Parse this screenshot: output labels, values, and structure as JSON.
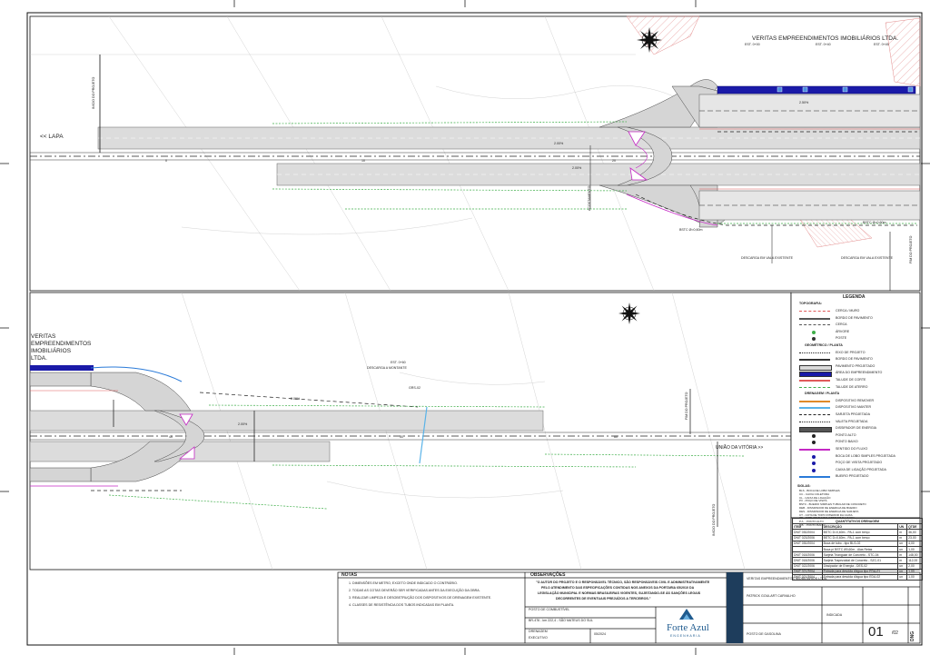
{
  "plan_top": {
    "owner_label": "VERITAS EMPREENDIMENTOS IMOBILIÁRIOS LTDA.",
    "direction_left": "<< LAPA",
    "station_0": "0",
    "station_10": "10",
    "station_20": "20",
    "station_left_tag": "2.00%",
    "station_right_tag": "2.00%",
    "mid_label": "2.50%",
    "boundary_label": "INICIO DO PROJETO",
    "culvert_note_1": "BSTC Ø=0,60m",
    "culvert_note_2": "BSTC Ø=0,60m",
    "descarga_1": "DESCARGA EM VALA EXISTENTE",
    "descarga_2": "DESCARGA EM VALA EXISTENTE",
    "pipe_label_1": "EST. 0+00",
    "pipe_label_2": "EST. 0+40",
    "pipe_label_3": "EST. 0+45",
    "vertical_tag": "FIM DO PROJETO",
    "shoulder_tag": "ACOSTAMENTO"
  },
  "plan_bottom": {
    "owner_label_1": "VERITAS",
    "owner_label_2": "EMPREENDIMENTOS",
    "owner_label_3": "IMOBILIÁRIOS",
    "owner_label_4": "LTDA.",
    "direction_right": "UNIÃO DA VITÓRIA >>",
    "station_40": "40",
    "station_50": "50",
    "station_60": "60",
    "tag_a": "2.00%",
    "tag_b": "2.00%",
    "pipe_label": "EST. 0+60",
    "descarga": "DESCARGA A MONTANTE",
    "vertical_tag_1": "FIM DO PROJETO",
    "vertical_tag_2": "INICIO DO PROJETO",
    "grid_label": "GRS-02"
  },
  "legend": {
    "title": "LEGENDA",
    "topo_title": "TOPOGRAFIA:",
    "items": [
      "CERCA / MURO",
      "BORDO DE PAVIMENTO",
      "CERCA",
      "ÁRVORE",
      "POSTE",
      "GEOMÉTRICO / PLANTA",
      "EIXO DE PROJETO",
      "BORDO DE PAVIMENTO",
      "PAVIMENTO PROJETADO",
      "ÁREA DO EMPREENDIMENTO",
      "TALUDE DE CORTE",
      "TALUDE DE ATERRO",
      "DRENAGEM / PLANTA",
      "DISPOSITIVO REMOVER",
      "DISPOSITIVO MANTER",
      "SARJETA PROJETADA",
      "VALETA PROJETADA",
      "DISSIPADOR DE ENERGIA",
      "PONTO ALTO",
      "PONTO BAIXO",
      "SENTIDO DO FLUXO",
      "BOCA DE LOBO SIMPLES PROJETADA",
      "POÇO DE VISITA PROJETADO",
      "CAIXA DE LIGAÇÃO PROJETADA",
      "BUEIRO PROJETADO"
    ],
    "abbr_title": "SIGLAS:",
    "abbr": [
      "BLS - BOCA DE LOBO SIMPLES",
      "CC - CAIXA COLETORA",
      "CL - CAIXA DE LIGAÇÃO",
      "PV - POÇO DE VISITA",
      "BSTC - BUEIRO SIMPLES TUBULAR DE CONCRETO",
      "DEB - DISSIPADOR DE ENERGIA DE BUEIRO",
      "DES - DISSIPADOR DE ENERGIA DE SARJETA",
      "CT - COTA DE TOPO INTERIOR DA CAIXA",
      "CF - COTA DE FUNDO INTERIOR DA CAIXA",
      "P.A. - PONTO ALTO",
      "P.B. - PONTO BAIXO"
    ]
  },
  "quantities": {
    "title": "QUANTITATIVOS DRENAGEM",
    "headers": [
      "ITEM",
      "DESCRIÇÃO",
      "UN",
      "QTDE"
    ],
    "rows": [
      [
        "DNIT 030/2004",
        "BSTC D=0,60m - PA-1 com berço",
        "m",
        "36,00"
      ],
      [
        "DNIT 023/2006",
        "BSTC D=0,60m - PA-1 com berço",
        "m",
        "23,00"
      ],
      [
        "DNIT 030/2004",
        "Boca de tubo - tipo BLS-02",
        "un",
        "4,00"
      ],
      [
        "",
        "Boca p/ BSTC Ø0,60m - Alas Retas",
        "un",
        "1,00"
      ],
      [
        "DNIT 018/2006",
        "Sarjeta Triangular de Concreto - STC-04",
        "m",
        "148,00"
      ],
      [
        "DNIT 018/2006",
        "Sarjeta Trapezoidal de Concreto - SZC-01",
        "m",
        "112,00"
      ],
      [
        "DNIT 022/2006",
        "Dissipador de Energia - DES-02",
        "un",
        "2,00"
      ],
      [
        "DNIT 021/2004",
        "Entrada para descida d'água tipo EDA-01",
        "un",
        "1,00"
      ],
      [
        "DNIT 021/2004",
        "Entrada para descida d'água tipo EDA-02",
        "un",
        "1,00"
      ]
    ]
  },
  "notes": {
    "title": "NOTAS",
    "lines": [
      "1. DIMENSÕES EM METRO, EXCETO ONDE INDICADO O CONTRÁRIO.",
      "2. TODAS AS COTAS DEVERÃO SER VERIFICADAS ANTES DA EXECUÇÃO DA OBRA.",
      "3. REALIZAR LIMPEZA E DESOBSTRUÇÃO DOS DISPOSITIVOS DE DRENAGEM EXISTENTE.",
      "4. CLASSES DE RESISTÊNCIA DOS TUBOS INDICADAS EM PLANTA."
    ]
  },
  "observations": {
    "title": "OBSERVAÇÕES",
    "text_1": "\"O AUTOR DO PROJETO E O RESPONSÁVEL TÉCNICO, SÃO RESPONSÁVEIS CIVIL E ADMINISTRATIVAMENTE",
    "text_2": "PELO ATENDIMENTO DAS ESPECIFICAÇÕES CONTIDAS NOS ANEXOS DA PORTARIA 65/2010 DA",
    "text_3": "LEGISLAÇÃO MUNICIPAL E NORMAS BRASILEIRAS VIGENTES, SUJEITANDO-SE ÀS SANÇÕES LEGAIS",
    "text_4": "DECORRENTES DE EVENTUAIS PREJUÍZOS A TERCEIROS.\""
  },
  "title_block": {
    "project": "POSTO DE COMBUSTÍVEL",
    "location": "BR-476 - km 222,4 - SÃO MATEUS DO SUL",
    "discipline": "DRENAGEM",
    "phase": "EXECUTIVO",
    "company": "Forte Azul",
    "company_sub": "ENGENHARIA",
    "client": "VERITAS EMPREENDIMENTOS IMOBILIÁRIOS LTDA.",
    "responsible": "PATRICK GOULART CARVALHO",
    "scale": "INDICADA",
    "date": "05/2024",
    "sheet_number": "01",
    "sheet_total": "/02",
    "revision": "DNG",
    "subject": "POSTO DE GASOLINA"
  },
  "colors": {
    "pavement": "#d9d9d9",
    "property": "#1a1aa8",
    "cut_slope": "#e05a5a",
    "fill_slope": "#3fae4a",
    "magenta": "#c428c4",
    "drain_blue": "#2a7ad8",
    "brand": "#1f5b8f"
  }
}
